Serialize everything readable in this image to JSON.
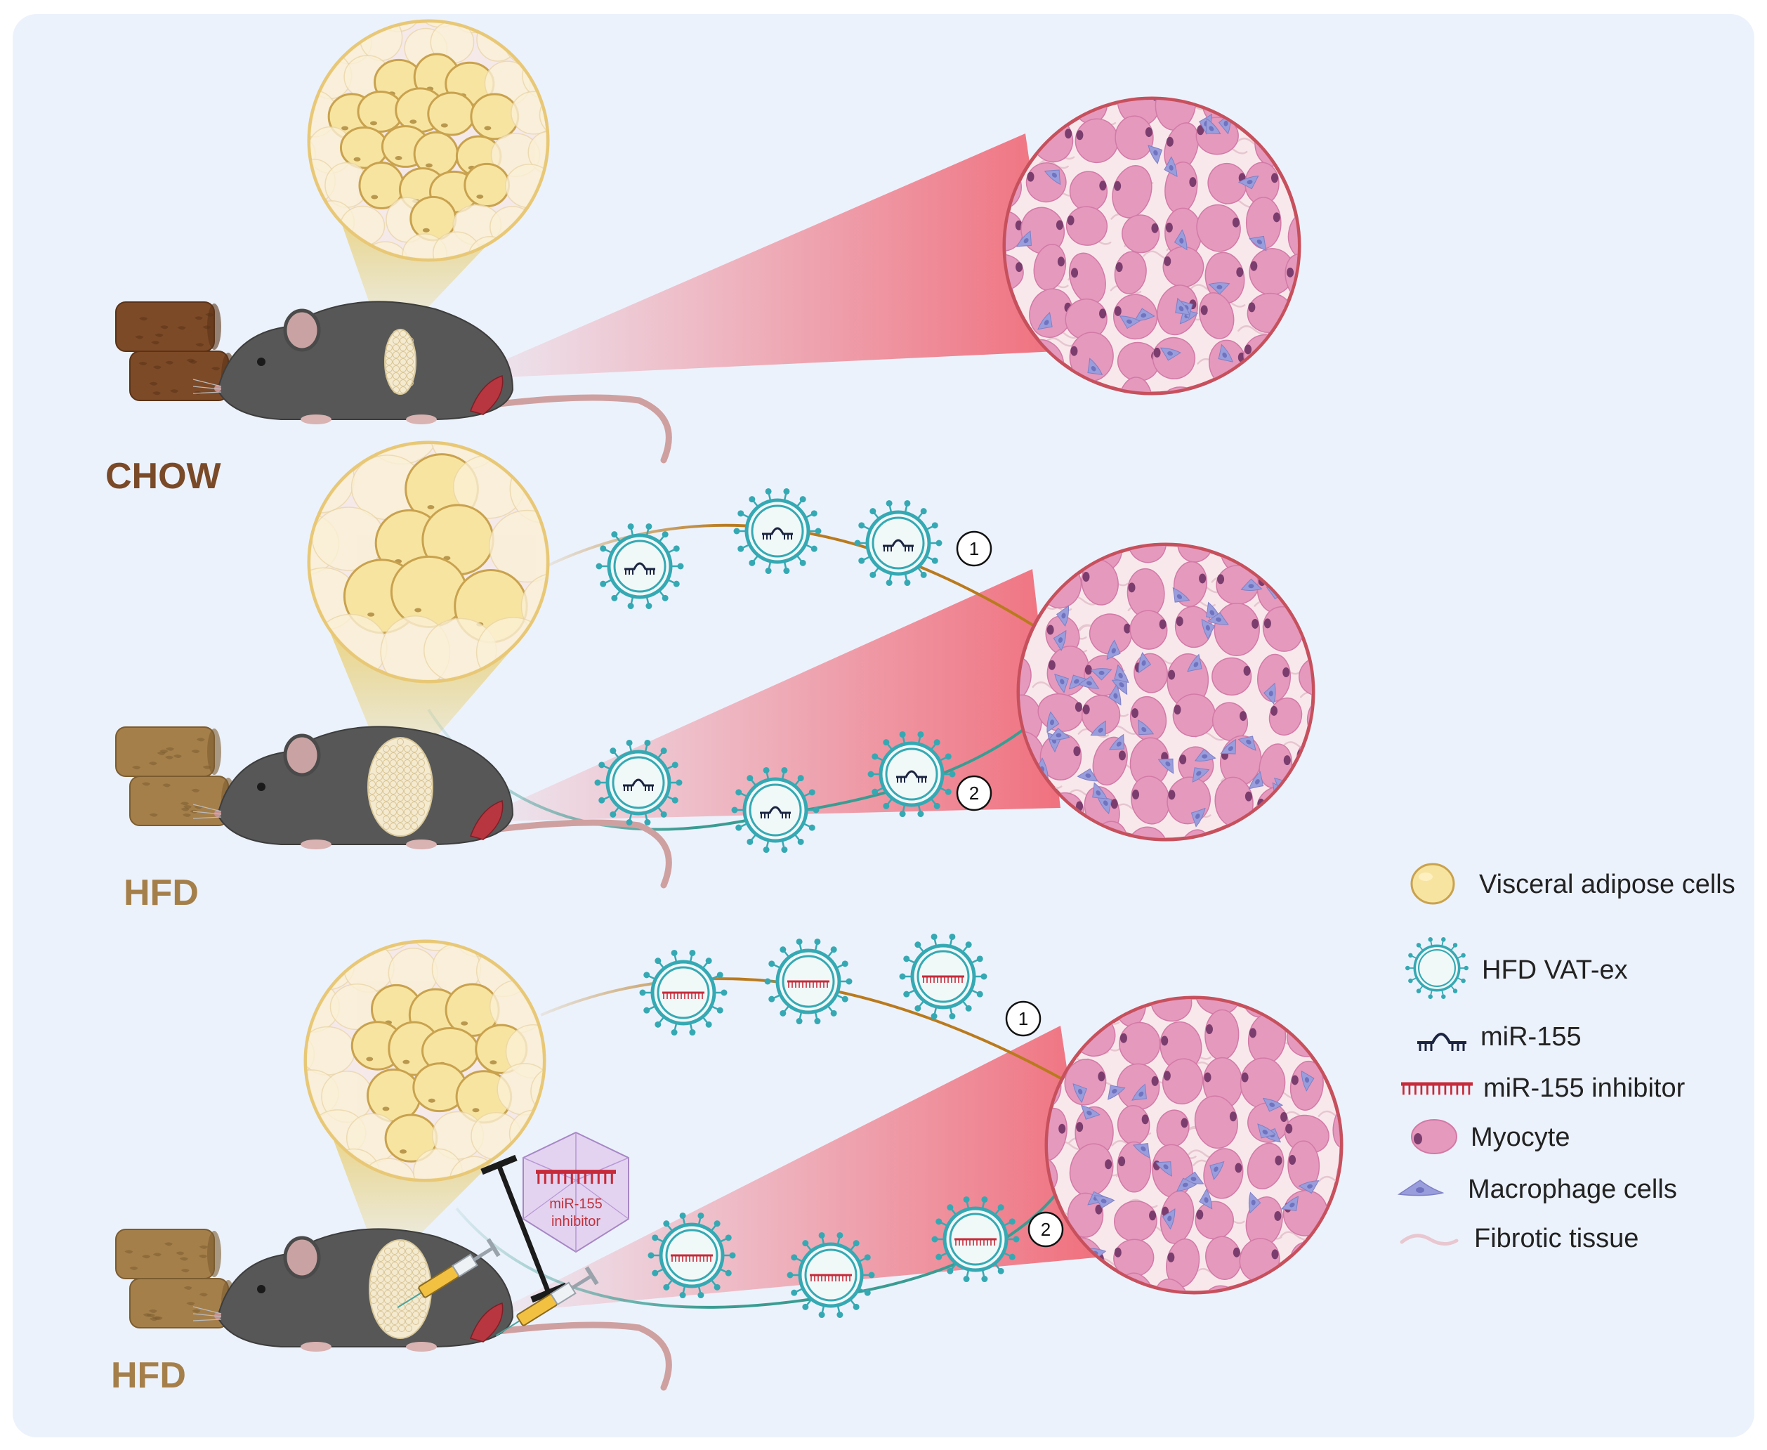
{
  "colors": {
    "background": "#ffffff",
    "panel": "#ecf2fb",
    "chow_brown": "#7a4a28",
    "hfd_tan": "#a57f4a",
    "adipose_fill": "#f7e4a1",
    "adipose_stroke": "#c9a24e",
    "zoom_ring_adipose": "#e8c876",
    "zoom_ring_muscle": "#c7505d",
    "myocyte": "#e599bd",
    "myocyte_nucleus": "#7b3d6e",
    "macrophage": "#9a9ddc",
    "exosome": "#35a9b3",
    "mir155": "#1b2541",
    "inhibitor": "#c62b3a",
    "path1": "#b97a1e",
    "path2": "#3a9c92",
    "cone_red": "#f06a78"
  },
  "groups": [
    {
      "label": "CHOW",
      "color_key": "chow_brown",
      "cargo": "none"
    },
    {
      "label": "HFD",
      "color_key": "hfd_tan",
      "cargo": "mir155"
    },
    {
      "label": "HFD",
      "color_key": "hfd_tan",
      "cargo": "inhibitor"
    }
  ],
  "pathway_markers": [
    "1",
    "2",
    "1",
    "2"
  ],
  "inhibitor_polyhedron": {
    "line1": "miR-155",
    "line2": "inhibitor"
  },
  "legend": [
    {
      "icon": "adipose-cell-icon",
      "label": "Visceral adipose cells"
    },
    {
      "icon": "exosome-icon",
      "label": "HFD VAT-ex"
    },
    {
      "icon": "mir155-icon",
      "label": "miR-155"
    },
    {
      "icon": "mir155-inhibitor-icon",
      "label": "miR-155 inhibitor"
    },
    {
      "icon": "myocyte-icon",
      "label": "Myocyte"
    },
    {
      "icon": "macrophage-icon",
      "label": "Macrophage cells"
    },
    {
      "icon": "fibrotic-tissue-icon",
      "label": "Fibrotic tissue"
    }
  ]
}
